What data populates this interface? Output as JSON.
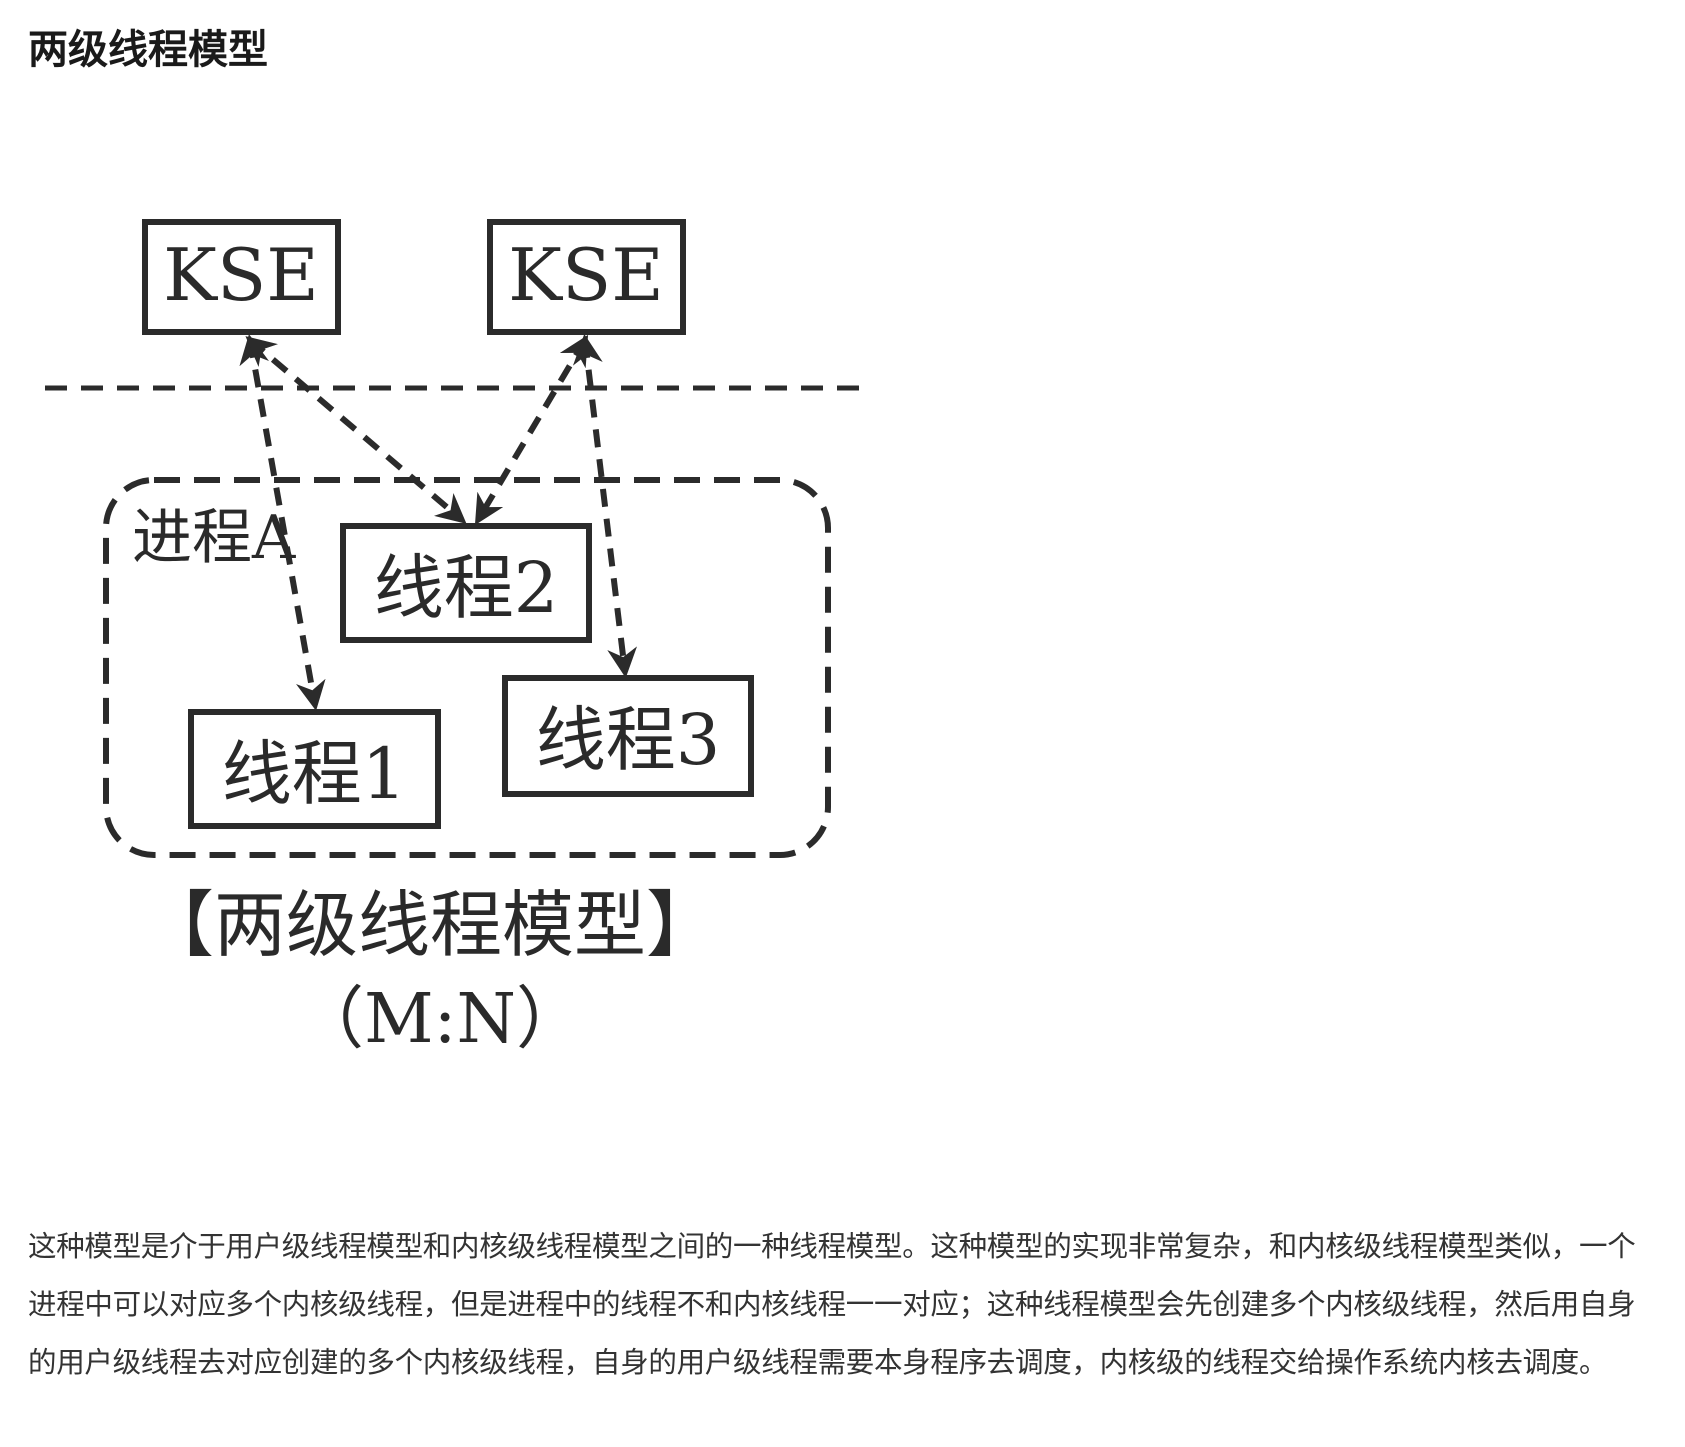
{
  "heading": "两级线程模型",
  "diagram": {
    "kse_left": "KSE",
    "kse_right": "KSE",
    "process_label": "进程A",
    "thread_1": "线程1",
    "thread_2": "线程2",
    "thread_3": "线程3",
    "caption_title": "【两级线程模型】",
    "caption_ratio": "（M:N）",
    "colors": {
      "stroke": "#2b2b2b",
      "text": "#2a2a2a"
    }
  },
  "body_text": "这种模型是介于用户级线程模型和内核级线程模型之间的一种线程模型。这种模型的实现非常复杂，和内核级线程模型类似，一个进程中可以对应多个内核级线程，但是进程中的线程不和内核线程一一对应；这种线程模型会先创建多个内核级线程，然后用自身的用户级线程去对应创建的多个内核级线程，自身的用户级线程需要本身程序去调度，内核级的线程交给操作系统内核去调度。"
}
